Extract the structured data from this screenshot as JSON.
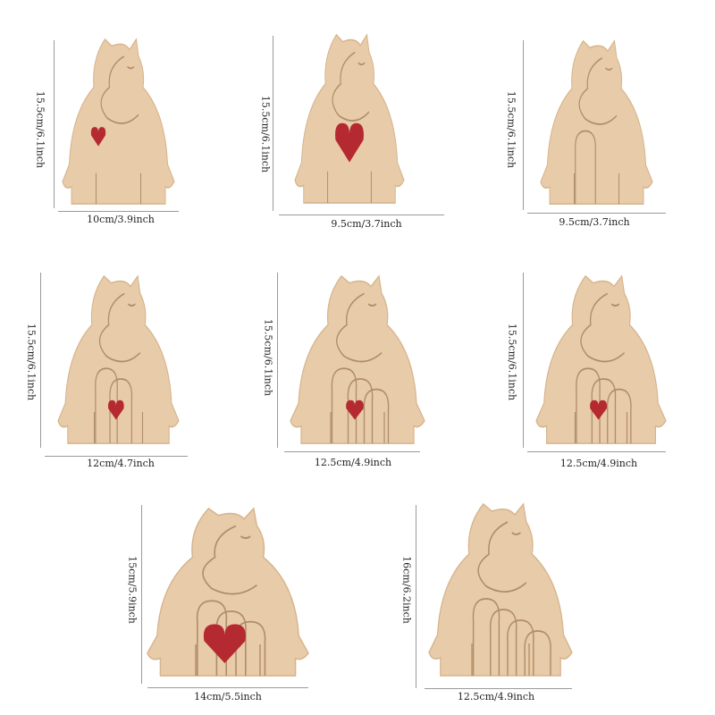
{
  "colors": {
    "wood": "#e8cba8",
    "wood_dark": "#d6b48d",
    "line": "#b08d6a",
    "heart": "#b42a30",
    "dim_line": "#9a9a9a"
  },
  "products": [
    {
      "height_label": "15.5cm/6.1inch",
      "width_label": "10cm/3.9inch",
      "figures": 2,
      "heart": true
    },
    {
      "height_label": "15.5cm/6.1inch",
      "width_label": "9.5cm/3.7inch",
      "figures": 2,
      "heart": true
    },
    {
      "height_label": "15.5cm/6.1inch",
      "width_label": "9.5cm/3.7inch",
      "figures": 3,
      "heart": false
    },
    {
      "height_label": "15.5cm/6.1inch",
      "width_label": "12cm/4.7inch",
      "figures": 4,
      "heart": true
    },
    {
      "height_label": "15.5cm/6.1inch",
      "width_label": "12.5cm/4.9inch",
      "figures": 5,
      "heart": true
    },
    {
      "height_label": "15.5cm/6.1inch",
      "width_label": "12.5cm/4.9inch",
      "figures": 5,
      "heart": true
    },
    {
      "height_label": "15cm/5.9inch",
      "width_label": "14cm/5.5inch",
      "figures": 5,
      "heart": true
    },
    {
      "height_label": "16cm/6.2inch",
      "width_label": "12.5cm/4.9inch",
      "figures": 6,
      "heart": false
    }
  ]
}
